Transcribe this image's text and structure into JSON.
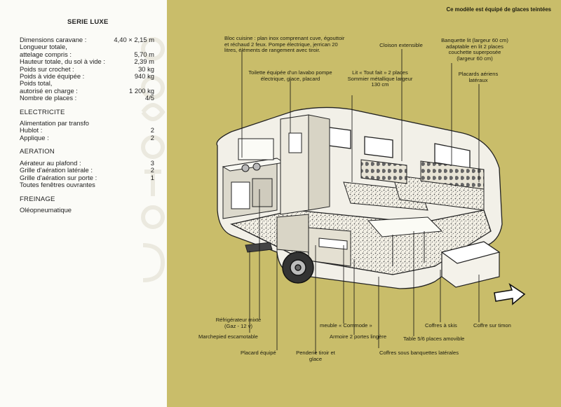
{
  "header_note": "Ce modèle est équipé de glaces teintées",
  "spec_title": "SERIE LUXE",
  "dimensions": [
    {
      "label": "Dimensions caravane :",
      "value": "4,40 × 2,15  m"
    },
    {
      "label": "Longueur totale,",
      "value": ""
    },
    {
      "label": "attelage compris :",
      "value": "5,70  m"
    },
    {
      "label": "Hauteur totale, du sol à vide :",
      "value": "2,39  m"
    },
    {
      "label": "Poids sur crochet :",
      "value": "30  kg"
    },
    {
      "label": "Poids à vide équipée :",
      "value": "940  kg"
    },
    {
      "label": "Poids total,",
      "value": ""
    },
    {
      "label": "autorisé en charge :",
      "value": "1 200  kg"
    },
    {
      "label": "Nombre de places :",
      "value": "4/5"
    }
  ],
  "electricite": {
    "title": "ELECTRICITE",
    "rows": [
      {
        "label": "Alimentation par transfo",
        "value": ""
      },
      {
        "label": "Hublot :",
        "value": "2"
      },
      {
        "label": "Applique :",
        "value": "2"
      }
    ]
  },
  "aeration": {
    "title": "AERATION",
    "rows": [
      {
        "label": "Aérateur au plafond :",
        "value": "3"
      },
      {
        "label": "Grille d'aération latérale :",
        "value": "2"
      },
      {
        "label": "Grille d'aération sur porte :",
        "value": "1"
      },
      {
        "label": "Toutes fenêtres ouvrantes",
        "value": ""
      }
    ]
  },
  "freinage": {
    "title": "FREINAGE",
    "rows": [
      {
        "label": "Oléopneumatique",
        "value": ""
      }
    ]
  },
  "callouts": {
    "bloc_cuisine": "Bloc cuisine : plan inox comprenant cuve, égouttoir et réchaud 2 feux. Pompe électrique, jerrican 20 litres, éléments de rangement avec tiroir.",
    "toilette": "Toilette équipée d'un lavabo pompe électrique, glace, placard",
    "lit": "Lit « Tout fait » 2 places Sommier métallique largeur 130 cm",
    "cloison": "Cloison extensible",
    "banquette": "Banquette lit (largeur 60 cm) adaptable en lit 2 places couchette superposée (largeur 60 cm)",
    "placards": "Placards aériens latéraux",
    "refrigerateur": "Réfrigérateur mixte (Gaz - 12 v)",
    "marchepied": "Marchepied escamotable",
    "placard_equipe": "Placard équipé",
    "penderie": "Penderie tiroir et glace",
    "meuble": "meuble « Commode »",
    "armoire": "Armoire 2 portes lingère",
    "coffres_banquettes": "Coffres sous banquettes latérales",
    "table": "Table 5/6 places amovible",
    "coffres_skis": "Coffres à skis",
    "coffre_timon": "Coffre sur timon"
  }
}
